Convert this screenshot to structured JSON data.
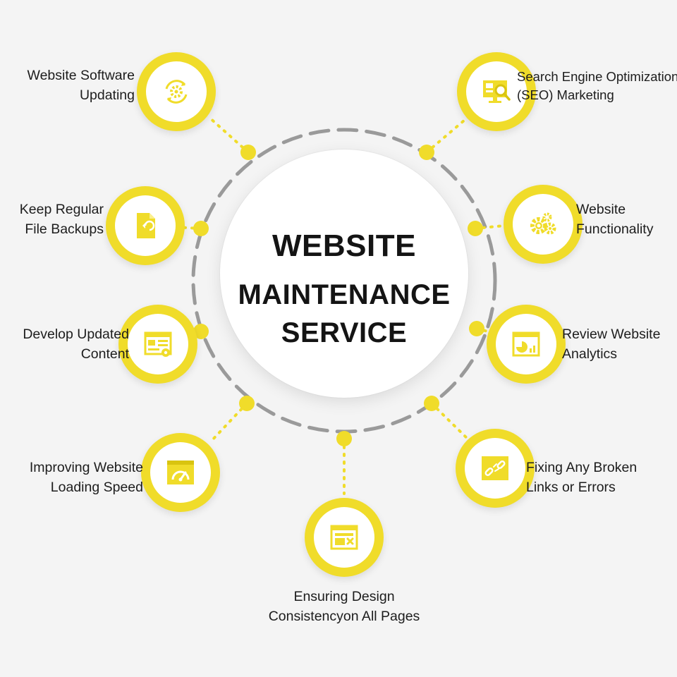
{
  "title": {
    "line1": "WEBSITE",
    "line2": "MAINTENANCE",
    "line3": "SERVICE"
  },
  "colors": {
    "accent": "#f0dc2a",
    "ring_dashes": "#9a9a9a",
    "background": "#f4f4f4",
    "text": "#1d1d1d"
  },
  "items": [
    {
      "icon": "gear-refresh-icon",
      "lines": [
        "Website Software",
        "Updating"
      ]
    },
    {
      "icon": "file-backup-icon",
      "lines": [
        "Keep Regular",
        "File Backups"
      ]
    },
    {
      "icon": "content-editor-icon",
      "lines": [
        "Develop Updated",
        "Content"
      ]
    },
    {
      "icon": "speedometer-icon",
      "lines": [
        "Improving Website",
        "Loading Speed"
      ]
    },
    {
      "icon": "page-layout-tools-icon",
      "lines": [
        "Ensuring Design",
        "Consistencyon All Pages"
      ]
    },
    {
      "icon": "broken-link-icon",
      "lines": [
        "Fixing Any Broken",
        "Links or Errors"
      ]
    },
    {
      "icon": "analytics-chart-icon",
      "lines": [
        "Review Website",
        "Analytics"
      ]
    },
    {
      "icon": "gears-icon",
      "lines": [
        "Website",
        "Functionality"
      ]
    },
    {
      "icon": "seo-monitor-search-icon",
      "lines": [
        "Search Engine Optimization",
        "(SEO) Marketing"
      ]
    }
  ]
}
